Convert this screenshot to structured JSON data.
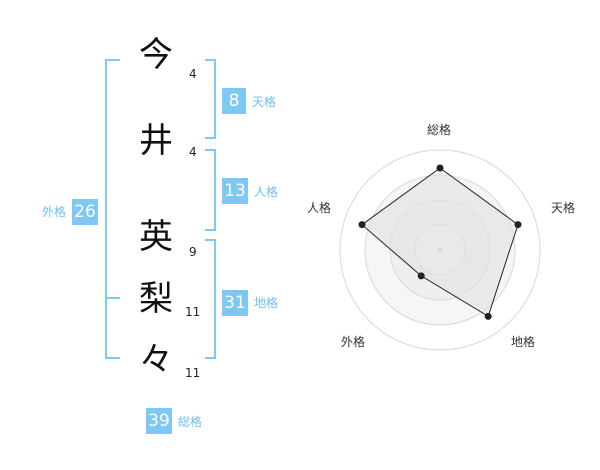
{
  "name": {
    "chars": [
      {
        "char": "今",
        "strokes": "4"
      },
      {
        "char": "井",
        "strokes": "4"
      },
      {
        "char": "英",
        "strokes": "9"
      },
      {
        "char": "梨",
        "strokes": "11"
      },
      {
        "char": "々",
        "strokes": "11"
      }
    ]
  },
  "kaku": {
    "tenkaku": {
      "value": "8",
      "label": "天格"
    },
    "jinkaku": {
      "value": "13",
      "label": "人格"
    },
    "chikaku": {
      "value": "31",
      "label": "地格"
    },
    "gaikaku": {
      "value": "26",
      "label": "外格"
    },
    "soukaku": {
      "value": "39",
      "label": "総格"
    }
  },
  "colors": {
    "accent": "#7ec8f3",
    "bracket": "#7ec8f3",
    "radar_fill": "#ececec",
    "radar_line": "#222222"
  },
  "chart_data": {
    "type": "radar",
    "axes": [
      "総格",
      "天格",
      "地格",
      "外格",
      "人格"
    ],
    "values": [
      0.82,
      0.82,
      0.82,
      0.32,
      0.82
    ],
    "rmax": 1,
    "rings": 4
  }
}
